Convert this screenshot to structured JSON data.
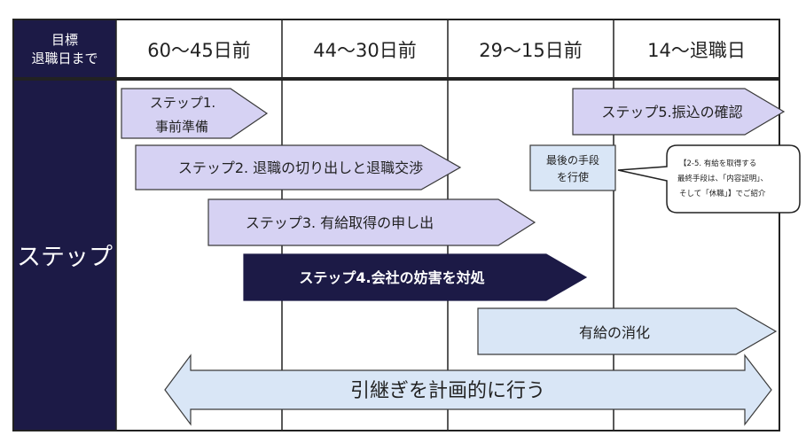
{
  "corner": {
    "line1": "目標",
    "line2": "退職日まで"
  },
  "columns": [
    "60〜45日前",
    "44〜30日前",
    "29〜15日前",
    "14〜退職日"
  ],
  "row_label": "ステップ",
  "steps": {
    "step1_line1": "ステップ1.",
    "step1_line2": "事前準備",
    "step2": "ステップ2. 退職の切り出しと退職交渉",
    "step3": "ステップ3. 有給取得の申し出",
    "step4": "ステップ4.会社の妨害を対処",
    "step5": "ステップ5.振込の確認",
    "paid_leave": "有給の消化",
    "handover": "引継ぎを計画的に行う"
  },
  "last_resort": {
    "line1": "最後の手段",
    "line2": "を行使"
  },
  "callout": {
    "line1": "【2-5. 有給を取得する",
    "line2": "最終手段は、「内容証明」、",
    "line3": "そして「休職」】でご紹介"
  },
  "colors": {
    "navy": "#1c1a46",
    "lavender": "#d6d2f3",
    "light_blue": "#d9e6f6",
    "outline": "#3a3a3a"
  }
}
